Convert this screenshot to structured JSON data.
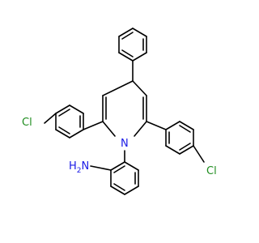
{
  "molecule": {
    "atom_labels": {
      "ring_nitrogen": "N",
      "chlorine_left": "Cl",
      "chlorine_right": "Cl",
      "amine_h2": "H",
      "amine_h2_sub": "2",
      "amine_n": "N"
    },
    "colors": {
      "bond": "#000000",
      "nitrogen": "#1a1ae6",
      "chlorine": "#1e8c1e"
    }
  }
}
